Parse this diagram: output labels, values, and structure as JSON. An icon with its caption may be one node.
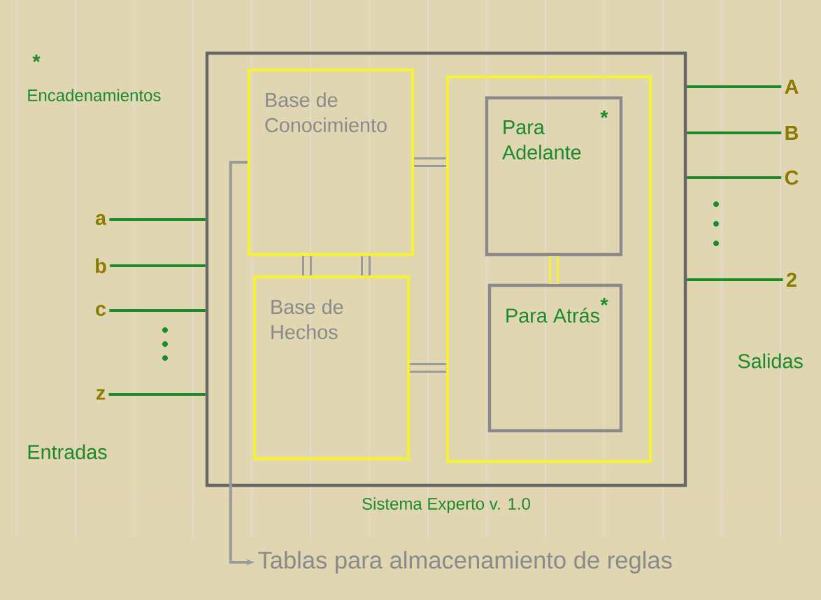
{
  "diagram": {
    "nodes": [
      {
        "text": [
          "Sistema Experto v. 1.0"
        ]
      },
      {
        "text": [
          "Base de Conocimiento"
        ],
        "in": 0
      },
      {
        "text": [
          "Base de Hechos"
        ],
        "in": 0
      },
      {
        "text": [],
        "shape": "box",
        "in": 0
      },
      {
        "text": [
          "Para Adelante",
          "*"
        ],
        "in": 3
      },
      {
        "text": [
          "Para Atrás",
          "*"
        ],
        "in": 3
      },
      {
        "text": [
          "Tablas para almacenamiento de reglas"
        ]
      },
      {
        "text": [
          "a"
        ]
      },
      {
        "text": [
          "b"
        ]
      },
      {
        "text": [
          "c"
        ]
      },
      {
        "text": [
          "z"
        ]
      },
      {
        "text": [
          "A"
        ]
      },
      {
        "text": [
          "B"
        ]
      },
      {
        "text": [
          "C"
        ]
      },
      {
        "text": [
          "2"
        ]
      }
    ],
    "edges": [
      {
        "from": 1,
        "to": 6,
        "arrow": "to",
        "color": "#9a9a9a"
      },
      {
        "from": 7,
        "to": 0,
        "arrow": "none",
        "color": "#1a8a2a"
      },
      {
        "from": 8,
        "to": 0,
        "arrow": "none",
        "color": "#1a8a2a"
      },
      {
        "from": 9,
        "to": 0,
        "arrow": "none",
        "color": "#1a8a2a"
      },
      {
        "from": 10,
        "to": 0,
        "arrow": "none",
        "color": "#1a8a2a"
      },
      {
        "from": 0,
        "to": 11,
        "arrow": "none",
        "color": "#1a8a2a"
      },
      {
        "from": 0,
        "to": 12,
        "arrow": "none",
        "color": "#1a8a2a"
      },
      {
        "from": 0,
        "to": 13,
        "arrow": "none",
        "color": "#1a8a2a"
      },
      {
        "from": 0,
        "to": 14,
        "arrow": "none",
        "color": "#1a8a2a"
      },
      {
        "from": 1,
        "to": 2,
        "arrow": "none",
        "color": "#9a9a9a",
        "style": "thick"
      },
      {
        "from": 1,
        "to": 2,
        "arrow": "none",
        "color": "#9a9a9a",
        "style": "thick"
      },
      {
        "from": 1,
        "to": 3,
        "arrow": "none",
        "color": "#9a9a9a",
        "style": "thick"
      },
      {
        "from": 2,
        "to": 3,
        "arrow": "none",
        "color": "#9a9a9a",
        "style": "thick"
      },
      {
        "from": 4,
        "to": 5,
        "arrow": "none",
        "color": "#f5f03a",
        "style": "thick"
      }
    ],
    "labels": [
      "*",
      "Encadenamientos",
      "Entradas",
      "Salidas"
    ]
  }
}
